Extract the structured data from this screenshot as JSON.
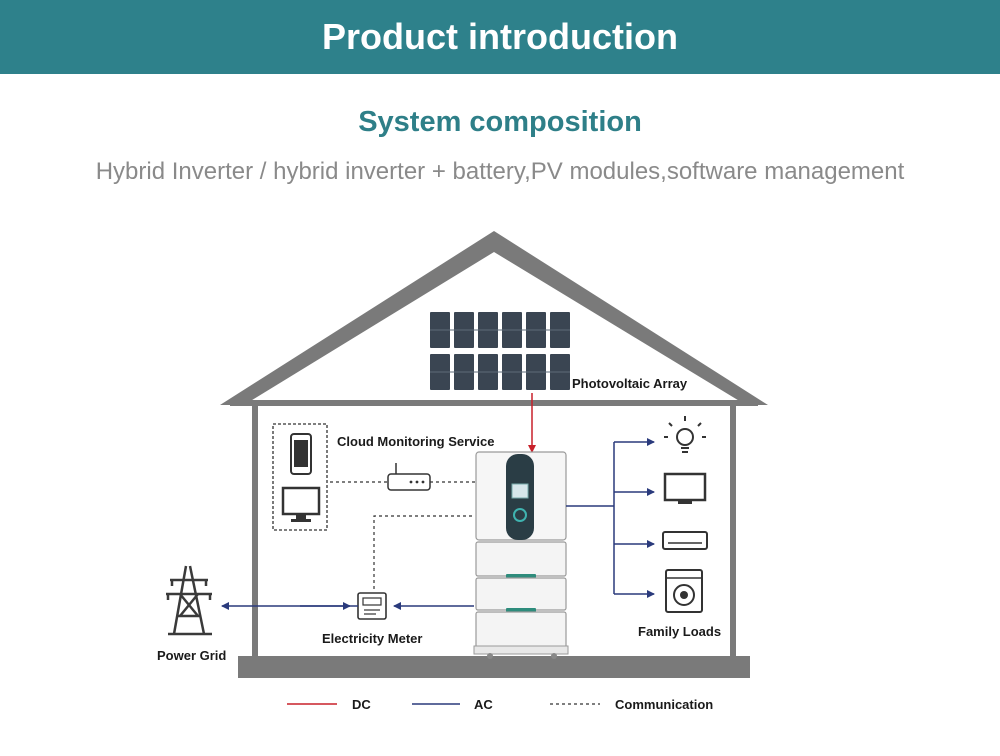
{
  "header": {
    "title": "Product introduction"
  },
  "section": {
    "title": "System composition",
    "caption": "Hybrid Inverter / hybrid inverter + battery,PV modules,software management"
  },
  "diagram": {
    "labels": {
      "pv_array": "Photovoltaic Array",
      "cloud": "Cloud Monitoring Service",
      "power_grid": "Power Grid",
      "meter": "Electricity Meter",
      "family_loads": "Family Loads"
    },
    "legend": {
      "dc": "DC",
      "ac": "AC",
      "comm": "Communication"
    },
    "colors": {
      "dc": "#c8202a",
      "ac": "#2a3a7c",
      "comm": "#333333",
      "teal": "#2e818b",
      "house": "#7a7a7a"
    }
  }
}
